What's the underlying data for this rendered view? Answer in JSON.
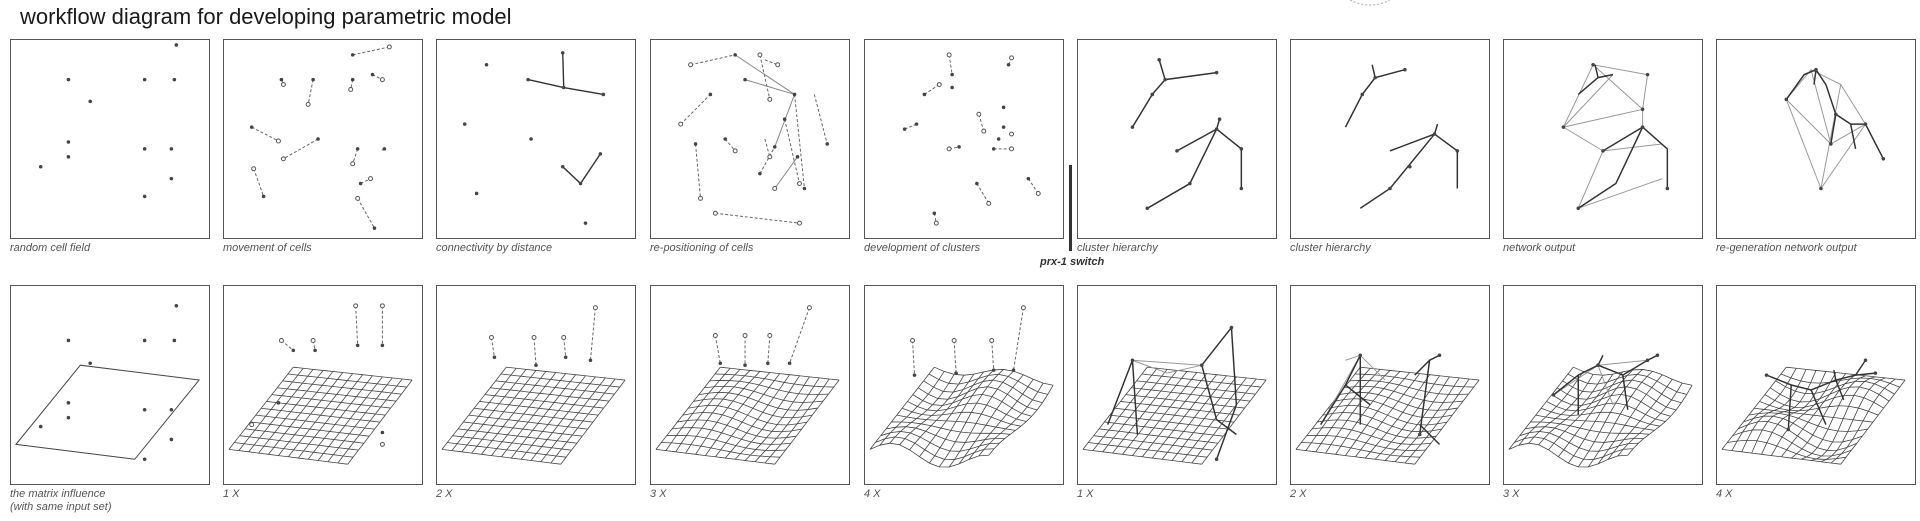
{
  "title": "workflow diagram for developing parametric model",
  "switch_label": "prx-1 switch",
  "row1_captions": [
    "random cell field",
    "movement of cells",
    "connectivity by distance",
    "re-positioning of cells",
    "development of clusters",
    "cluster hierarchy",
    "cluster hierarchy",
    "network output",
    "re-generation network output"
  ],
  "row2_captions": [
    "the matrix influence",
    "1 X",
    "2 X",
    "3 X",
    "4 X",
    "1 X",
    "2 X",
    "3 X",
    "4 X"
  ],
  "row2_caption_extra": "(with same input set)",
  "colors": {
    "line": "#333333",
    "dot": "#444444",
    "light": "#888888",
    "border": "#555555"
  }
}
